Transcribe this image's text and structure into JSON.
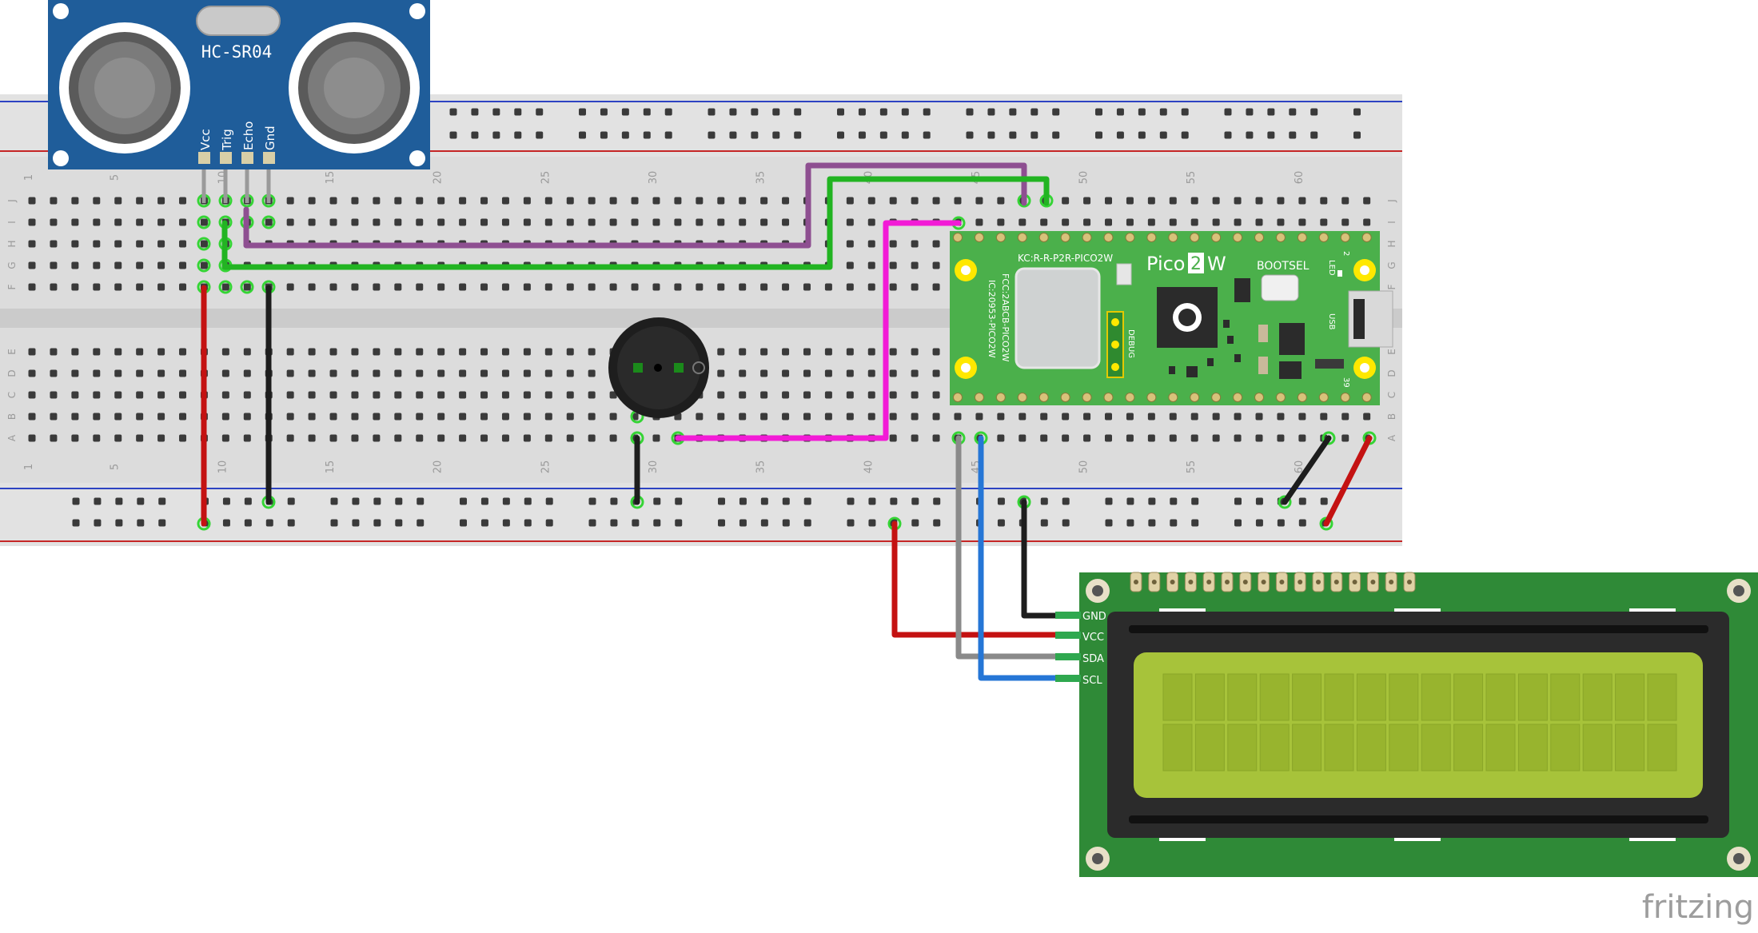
{
  "breadboard": {
    "row_letters_top": [
      "J",
      "I",
      "H",
      "G",
      "F"
    ],
    "row_letters_bottom": [
      "E",
      "D",
      "C",
      "B",
      "A"
    ],
    "column_numbers": [
      "1",
      "5",
      "10",
      "15",
      "20",
      "25",
      "30",
      "35",
      "40",
      "45",
      "50",
      "55",
      "60"
    ]
  },
  "sensor": {
    "name": "HC-SR04",
    "pins": [
      "Vcc",
      "Trig",
      "Echo",
      "Gnd"
    ]
  },
  "pico": {
    "brand_left": "Pico",
    "brand_num": "2",
    "brand_right": "W",
    "bootsel": "BOOTSEL",
    "led": "LED",
    "usb": "USB",
    "debug": "DEBUG",
    "kc": "KC:R-R-P2R-PICO2W",
    "fcc": "FCC:2ABCB-PICO2W",
    "ic": "IC:20953-PICO2W",
    "pin_top": "2",
    "pin_right": "39"
  },
  "lcd": {
    "pins": [
      "GND",
      "VCC",
      "SDA",
      "SCL"
    ]
  },
  "footer": {
    "logo": "fritzing"
  },
  "colors": {
    "sensor_board": "#1f5d9a",
    "pico_board": "#4bb04b",
    "lcd_board": "#2f8a37",
    "lcd_screen": "#a7c33a",
    "wire_purple": "#8e4f91",
    "wire_green": "#22b422",
    "wire_magenta": "#f21bd6",
    "wire_red": "#c41212",
    "wire_black": "#1d1d1d",
    "wire_gray": "#8a8a8a",
    "wire_blue": "#2576d6"
  }
}
